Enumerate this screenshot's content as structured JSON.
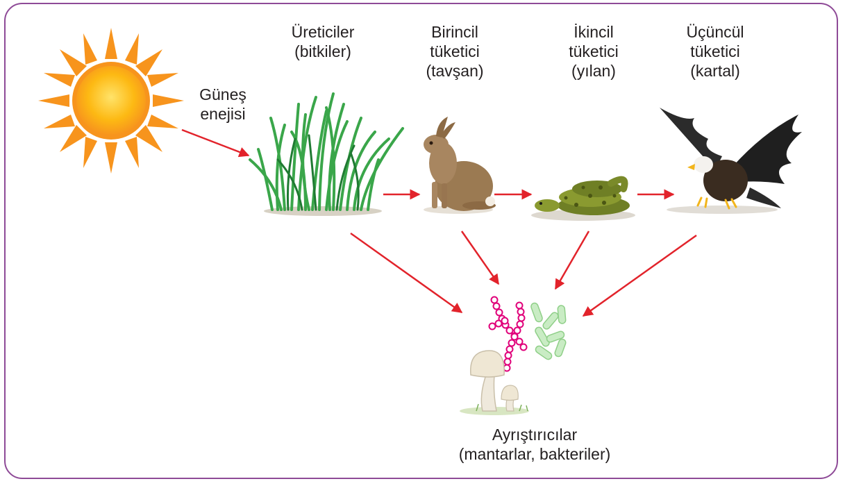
{
  "labels": {
    "sun_energy": [
      "Güneş",
      "enejisi"
    ],
    "producers": [
      "Üreticiler",
      "(bitkiler)"
    ],
    "primary": [
      "Birincil",
      "tüketici",
      "(tavşan)"
    ],
    "secondary": [
      "İkincil",
      "tüketici",
      "(yılan)"
    ],
    "tertiary": [
      "Üçüncül",
      "tüketici",
      "(kartal)"
    ],
    "decomposers": [
      "Ayrıştırıcılar",
      "(mantarlar, bakteriler)"
    ]
  },
  "colors": {
    "frame": "#8e4a97",
    "arrow": "#e2232b",
    "sun_outer": "#f7941d",
    "sun_inner": "#fdb913",
    "grass": "#3aa64a",
    "hare": "#9b7a52",
    "snake": "#7a8a2a",
    "eagle": "#2b2b2b",
    "bacteria_pink": "#e0007a",
    "bacteria_green": "#a7dca0",
    "mushroom": "#eee6d6"
  },
  "icons": [
    "sun-icon",
    "grass-icon",
    "hare-icon",
    "snake-icon",
    "eagle-icon",
    "bacteria-chain-icon",
    "bacteria-rods-icon",
    "mushroom-icon"
  ]
}
